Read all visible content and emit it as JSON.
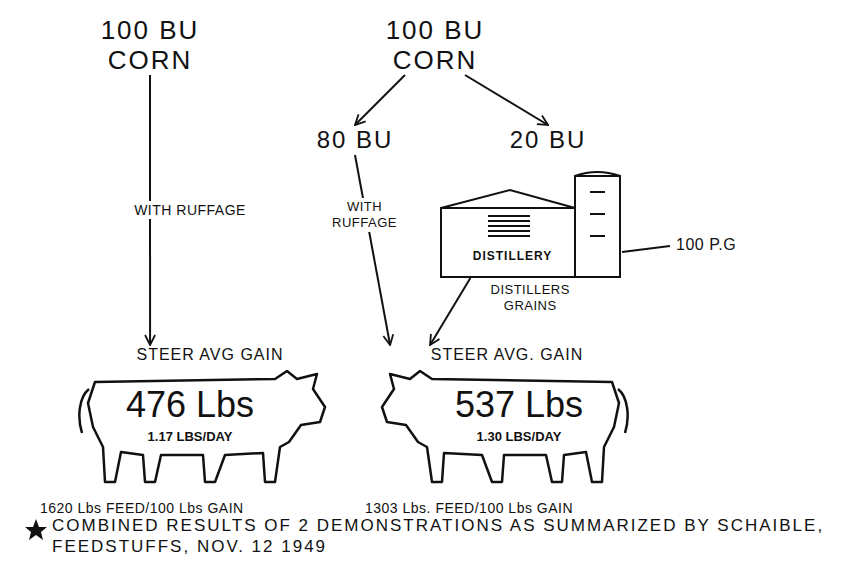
{
  "diagram": {
    "caption": "COMBINED RESULTS OF 2 DEMONSTRATIONS AS SUMMARIZED BY SCHAIBLE, FEEDSTUFFS, NOV. 12 1949",
    "nodes": [
      {
        "text": [
          "100 BU CORN"
        ]
      },
      {
        "text": [
          "100 BU CORN"
        ]
      },
      {
        "text": [
          "80 BU"
        ]
      },
      {
        "text": [
          "20 BU"
        ]
      },
      {
        "text": [
          "DISTILLERY"
        ]
      },
      {
        "text": [
          "STEER AVG GAIN",
          "476 Lbs",
          "1.17 LBS/DAY"
        ]
      },
      {
        "text": [
          "STEER AVG. GAIN",
          "537 Lbs",
          "1.30 LBS/DAY"
        ]
      }
    ],
    "edges": [
      {
        "from": 0,
        "to": 5,
        "label": "WITH RUFFAGE",
        "arrow": "to"
      },
      {
        "from": 1,
        "to": 2,
        "arrow": "to"
      },
      {
        "from": 1,
        "to": 3,
        "arrow": "to"
      },
      {
        "from": 2,
        "to": 6,
        "label": "WITH RUFFAGE",
        "arrow": "to"
      },
      {
        "from": 4,
        "to": 6,
        "label": "DISTILLERS GRAINS",
        "arrow": "to"
      }
    ],
    "labels": [
      "1620 Lbs FEED/100 Lbs GAIN",
      "1303 Lbs. FEED/100 Lbs GAIN",
      "100 P.G"
    ]
  }
}
